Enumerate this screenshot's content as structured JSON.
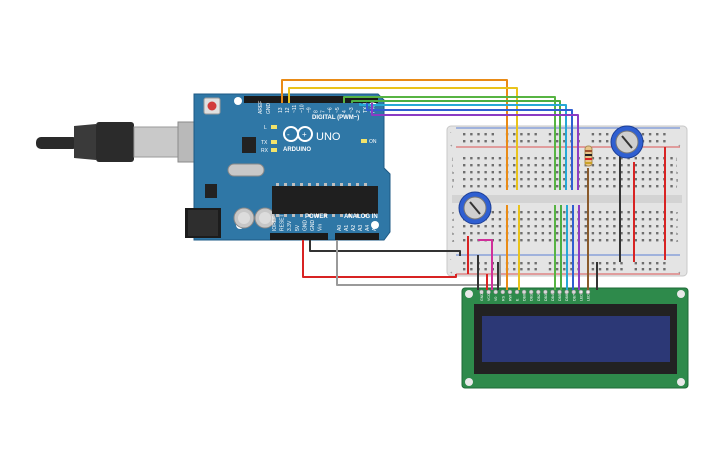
{
  "arduino": {
    "brand": "ARDUINO",
    "model": "UNO",
    "digital_label": "DIGITAL (PWM~)",
    "power_label": "POWER",
    "analog_label": "ANALOG IN",
    "on_label": "ON",
    "l_label": "L",
    "tx_label": "TX",
    "rx_label": "RX",
    "aref_label": "AREF",
    "gnd_label": "GND",
    "top_pins": [
      "13",
      "12",
      "~11",
      "~10",
      "~9",
      "8",
      "7",
      "~6",
      "~5",
      "4",
      "~3",
      "2",
      "TX 1",
      "RX 0"
    ],
    "power_pins": [
      "IOREF",
      "RESET",
      "3.3V",
      "5V",
      "GND",
      "GND",
      "Vin"
    ],
    "analog_pins": [
      "A0",
      "A1",
      "A2",
      "A3",
      "A4",
      "A5"
    ]
  },
  "breadboard": {
    "row_letters_top": [
      "j",
      "i",
      "h",
      "g",
      "f"
    ],
    "row_letters_bottom": [
      "e",
      "d",
      "c",
      "b",
      "a"
    ],
    "rail_plus": "+",
    "rail_minus": "-"
  },
  "lcd": {
    "pins": [
      "GND",
      "VCC",
      "V0",
      "RS",
      "RW",
      "E",
      "DB0",
      "DB1",
      "DB2",
      "DB3",
      "DB4",
      "DB5",
      "DB6",
      "DB7",
      "LED A",
      "LED K"
    ]
  },
  "colors": {
    "board": "#2f77a6",
    "breadboard": "#e4e4e4",
    "lcd_pcb": "#2e8a4b",
    "lcd_screen": "#2c3876",
    "wire_orange": "#e98b16",
    "wire_yellow": "#e9c31c",
    "wire_green": "#57b443",
    "wire_cyan": "#26a8d6",
    "wire_blue": "#2f5fd1",
    "wire_purple": "#8b3bc4",
    "wire_red": "#d82323",
    "wire_black": "#333333",
    "wire_gray": "#9a9a9a",
    "wire_brown": "#8a5a2b",
    "wire_magenta": "#d02f9a"
  }
}
